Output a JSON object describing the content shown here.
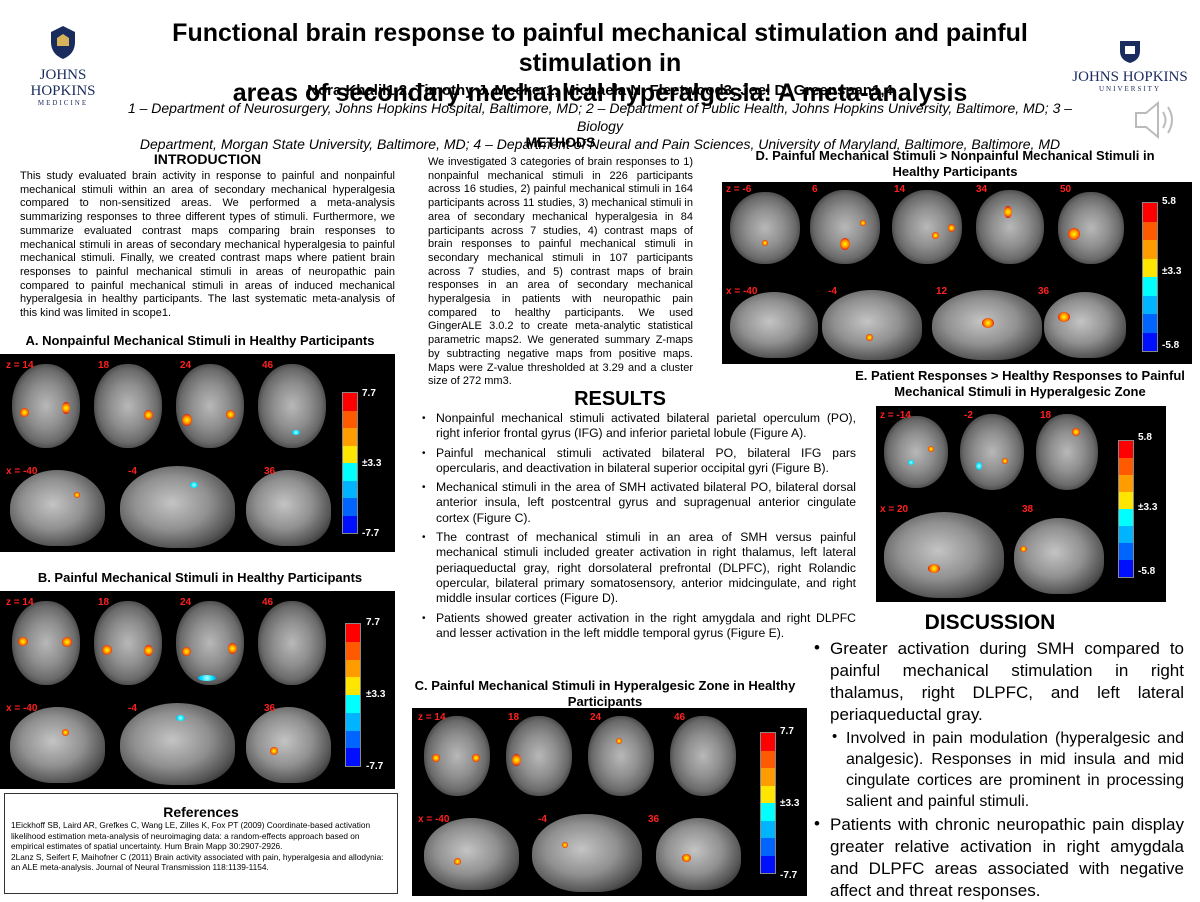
{
  "header": {
    "title_line1": "Functional brain response to painful mechanical stimulation and painful stimulation in",
    "title_line2": "areas of secondary mechanical hyperalgesia: A meta-analysis",
    "authors": "Nora Khalil1,2, Timothy J. Meeker1, Michaela N. Fleetwood3, Joel D. Greenspan1,4",
    "affil_line1": "1 – Department of Neurosurgery, Johns Hopkins Hospital, Baltimore, MD; 2 – Department of Public Health, Johns Hopkins University, Baltimore, MD; 3 – Biology",
    "affil_line2": "Department, Morgan State University, Baltimore, MD; 4 – Department of Neural and Pain Sciences, University of Maryland, Baltimore, Baltimore, MD"
  },
  "logos": {
    "left_word": "JOHNS HOPKINS",
    "left_sub": "MEDICINE",
    "right_word": "JOHNS HOPKINS",
    "right_sub": "UNIVERSITY"
  },
  "introduction": {
    "heading": "INTRODUCTION",
    "text": "This study evaluated brain activity in response to painful and nonpainful mechanical stimuli within an area of secondary mechanical hyperalgesia compared to non-sensitized areas. We performed a meta-analysis summarizing responses to three different types of stimuli. Furthermore, we summarize evaluated contrast maps comparing brain responses to mechanical stimuli in areas of secondary mechanical hyperalgesia to painful mechanical stimuli. Finally, we created contrast maps where patient brain responses to painful mechanical stimuli in areas of neuropathic pain compared to painful mechanical stimuli in areas of induced mechanical hyperalgesia in healthy participants. The last systematic meta-analysis of this kind was limited in scope1."
  },
  "methods": {
    "heading": "METHODS",
    "text": "We investigated 3 categories of brain responses to 1) nonpainful mechanical stimuli in 226 participants across 16 studies, 2) painful mechanical stimuli in 164 participants across 11 studies, 3) mechanical stimuli in area of secondary mechanical hyperalgesia in 84 participants across 7 studies, 4) contrast maps of brain responses to painful mechanical stimuli in secondary mechanical stimuli in 107 participants across 7 studies, and 5) contrast maps of brain responses in an area of secondary mechanical hyperalgesia in patients with neuropathic pain compared to healthy participants. We used GingerALE 3.0.2 to create meta-analytic statistical parametric maps2. We generated summary Z-maps by subtracting negative maps from positive maps. Maps were Z-value thresholded at 3.29 and a cluster size of 272 mm3."
  },
  "results": {
    "heading": "RESULTS",
    "items": [
      "Nonpainful mechanical stimuli activated bilateral parietal operculum (PO), right inferior frontal gyrus (IFG) and inferior parietal lobule (Figure A).",
      "Painful mechanical stimuli activated bilateral PO, bilateral IFG pars opercularis, and deactivation in bilateral superior occipital gyri (Figure B).",
      "Mechanical stimuli in the area of SMH activated bilateral PO, bilateral dorsal anterior insula, left postcentral gyrus and supragenual anterior cingulate cortex (Figure C).",
      "The contrast of mechanical stimuli in an area of SMH versus painful mechanical stimuli included greater activation in right thalamus, left lateral periaqueductal gray, right dorsolateral prefrontal (DLPFC), right Rolandic opercular, bilateral primary somatosensory, anterior midcingulate, and right middle insular cortices (Figure D).",
      "Patients showed greater activation in the right amygdala and right DLPFC and lesser activation in the left middle temporal gyrus (Figure E)."
    ]
  },
  "discussion": {
    "heading": "DISCUSSION",
    "item1": "Greater activation during SMH compared to painful mechanical stimulation in right thalamus, right DLPFC, and left lateral periaqueductal gray.",
    "sub1": "Involved in pain modulation (hyperalgesic and analgesic). Responses in mid insula and mid cingulate cortices are prominent in processing salient and painful stimuli.",
    "item2": "Patients with chronic neuropathic pain display greater relative activation in right amygdala and DLPFC areas associated with negative affect and threat responses."
  },
  "references": {
    "heading": "References",
    "ref1": "1Eickhoff SB, Laird AR, Grefkes C, Wang LE, Zilles K, Fox PT (2009) Coordinate-based activation likelihood estimation meta-analysis of neuroimaging data: a random-effects approach based on empirical estimates of spatial uncertainty. Hum Brain Mapp 30:2907-2926.",
    "ref2": "2Lanz S, Seifert F, Maihofner C (2011) Brain activity associated with pain, hyperalgesia and allodynia: an ALE meta-analysis. Journal of Neural Transmission 118:1139-1154."
  },
  "figures": {
    "A": {
      "title": "A. Nonpainful Mechanical Stimuli in Healthy Participants",
      "axial": [
        "z = 14",
        "18",
        "24",
        "46"
      ],
      "sagittal": [
        "x = -40",
        "-4",
        "36"
      ],
      "cbar": [
        "7.7",
        "±3.3",
        "-7.7"
      ]
    },
    "B": {
      "title": "B. Painful Mechanical Stimuli in Healthy Participants",
      "axial": [
        "z = 14",
        "18",
        "24",
        "46"
      ],
      "sagittal": [
        "x = -40",
        "-4",
        "36"
      ],
      "cbar": [
        "7.7",
        "±3.3",
        "-7.7"
      ]
    },
    "C": {
      "title": "C. Painful Mechanical Stimuli in Hyperalgesic Zone in Healthy Participants",
      "axial": [
        "z = 14",
        "18",
        "24",
        "46"
      ],
      "sagittal": [
        "x = -40",
        "-4",
        "36"
      ],
      "cbar": [
        "7.7",
        "±3.3",
        "-7.7"
      ]
    },
    "D": {
      "title": "D. Painful Mechanical Stimuli  > Nonpainful Mechanical Stimuli in Healthy Participants",
      "axial": [
        "z = -6",
        "6",
        "14",
        "34",
        "50"
      ],
      "sagittal": [
        "x = -40",
        "-4",
        "12",
        "36"
      ],
      "cbar": [
        "5.8",
        "±3.3",
        "-5.8"
      ]
    },
    "E": {
      "title": "E. Patient Responses > Healthy Responses to Painful Mechanical Stimuli in Hyperalgesic Zone",
      "axial": [
        "z = -14",
        "-2",
        "18"
      ],
      "sagittal": [
        "x = 20",
        "38"
      ],
      "cbar": [
        "5.8",
        "±3.3",
        "-5.8"
      ]
    }
  },
  "colors": {
    "title": "#000000",
    "logo": "#1a2b5e",
    "slice_label": "#ff2020"
  }
}
